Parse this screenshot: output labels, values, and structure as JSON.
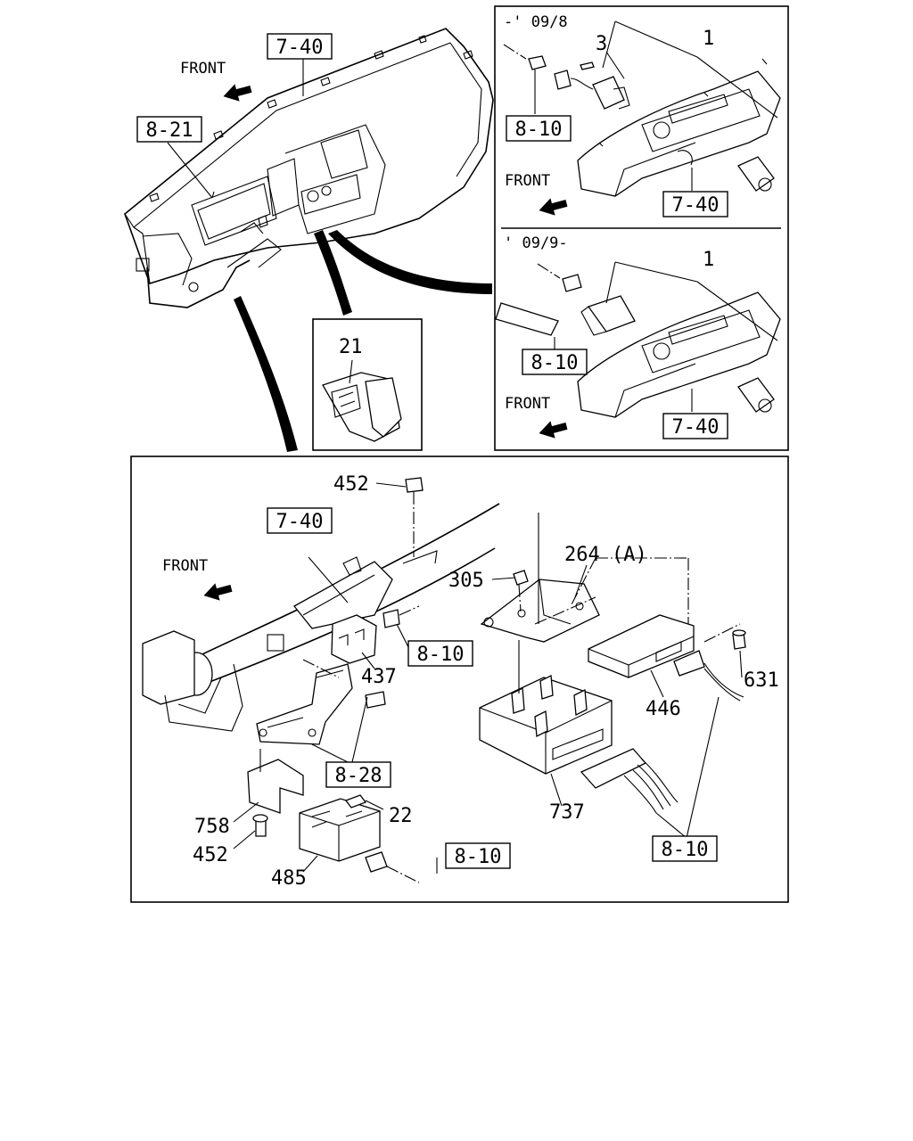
{
  "front_labels": [
    "FRONT",
    "FRONT",
    "FRONT",
    "FRONT"
  ],
  "refs": {
    "top_dash_7_40": "7-40",
    "top_dash_8_21": "8-21",
    "upper_8_10": "8-10",
    "upper_7_40": "7-40",
    "lower_8_10": "8-10",
    "lower_7_40": "7-40",
    "main_7_40": "7-40",
    "main_8_10_a": "8-10",
    "main_8_28": "8-28",
    "main_8_10_b": "8-10",
    "main_8_10_c": "8-10"
  },
  "notes": {
    "upto": "-' 09/8",
    "from": "' 09/9-"
  },
  "parts": {
    "p1a": "1",
    "p3": "3",
    "p1b": "1",
    "p21": "21",
    "p452a": "452",
    "p264": "264 (A)",
    "p305": "305",
    "p437": "437",
    "p631": "631",
    "p446": "446",
    "p758": "758",
    "p452b": "452",
    "p22": "22",
    "p485": "485",
    "p737": "737"
  }
}
